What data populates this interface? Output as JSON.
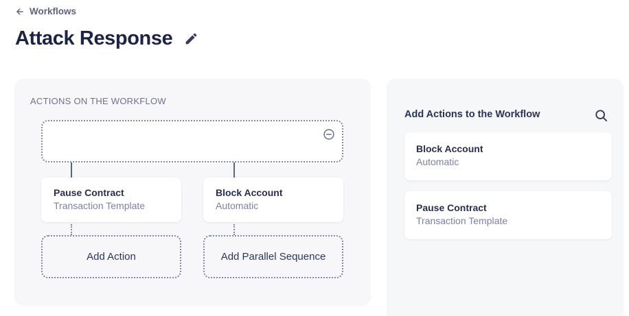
{
  "header": {
    "back_label": "Workflows",
    "title": "Attack Response",
    "back_icon": "arrow-left",
    "edit_icon": "pencil"
  },
  "workflow_panel": {
    "section_label": "ACTIONS ON THE WORKFLOW",
    "remove_icon": "minus-circle",
    "nodes": [
      {
        "title": "Pause Contract",
        "subtitle": "Transaction Template"
      },
      {
        "title": "Block Account",
        "subtitle": "Automatic"
      }
    ],
    "add_action_label": "Add Action",
    "add_parallel_label": "Add Parallel Sequence"
  },
  "actions_panel": {
    "title": "Add Actions to the Workflow",
    "search_icon": "magnifier",
    "items": [
      {
        "title": "Block Account",
        "subtitle": "Automatic"
      },
      {
        "title": "Pause Contract",
        "subtitle": "Transaction Template"
      }
    ]
  },
  "colors": {
    "panel_bg": "#f7f7f9",
    "card_bg": "#ffffff",
    "dotted_border": "#8089a6",
    "connector": "#5b6284",
    "page_title_text": "#1d2342",
    "card_title_text": "#272e4e",
    "secondary_text": "#7b81a0",
    "section_label_text": "#6b7190",
    "back_link_text": "#5d6480"
  }
}
